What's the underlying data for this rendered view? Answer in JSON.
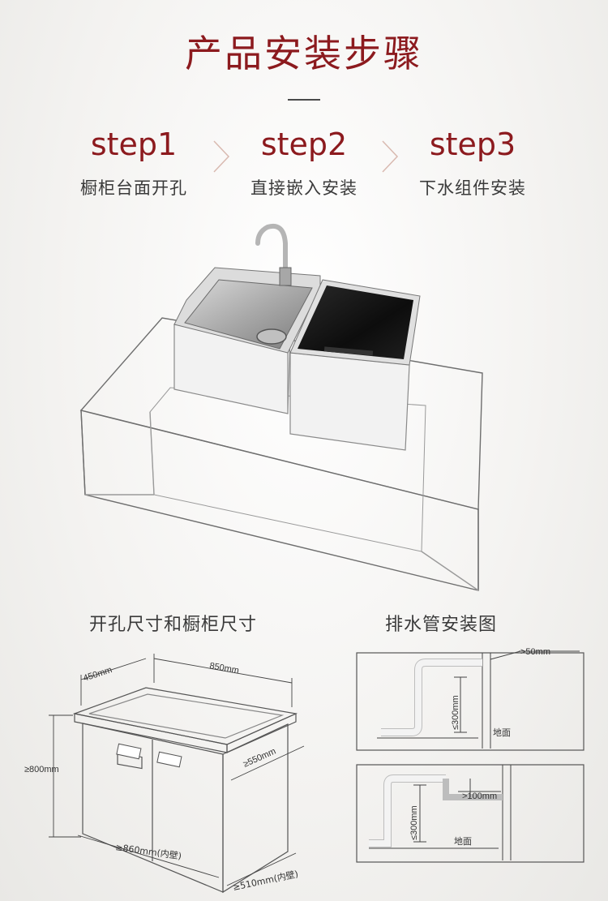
{
  "title": "产品安装步骤",
  "steps": [
    {
      "num": "step1",
      "desc": "橱柜台面开孔"
    },
    {
      "num": "step2",
      "desc": "直接嵌入安装"
    },
    {
      "num": "step3",
      "desc": "下水组件安装"
    }
  ],
  "sections": {
    "cabinet": {
      "title": "开孔尺寸和橱柜尺寸",
      "dims": {
        "width": "850mm",
        "depth_top": "450mm",
        "depth": "≥550mm",
        "height": "≥800mm",
        "inner_width": "≥860mm(内壁)",
        "inner_depth": "≥510mm(内壁)"
      }
    },
    "drain": {
      "title": "排水管安装图",
      "top": {
        "gap": ">50mm",
        "height": "≤300mm",
        "floor": "地面"
      },
      "bottom": {
        "gap": ">100mm",
        "height": "≤300mm",
        "floor": "地面"
      }
    }
  },
  "colors": {
    "accent": "#8c1a1e",
    "text": "#3a3a3a",
    "line": "#555555"
  }
}
